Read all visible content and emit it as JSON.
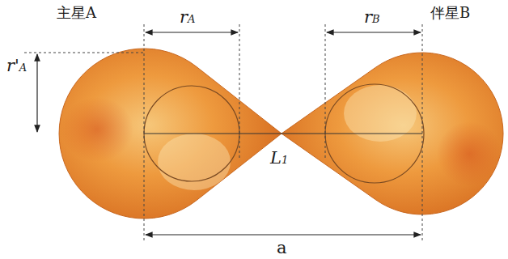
{
  "diagram": {
    "labels": [
      "主星A",
      "伴星B",
      "rA",
      "rB",
      "r'A",
      "L1",
      "a"
    ]
  }
}
